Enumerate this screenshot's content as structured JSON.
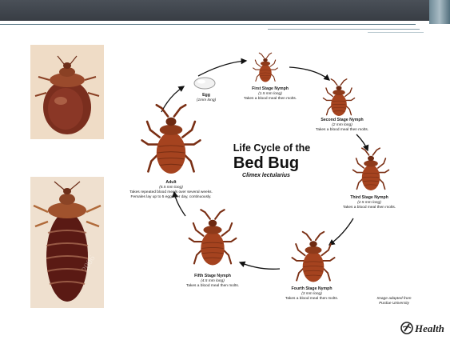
{
  "slide": {
    "diagram": {
      "title_line1": "Life Cycle of the",
      "title_line2": "Bed Bug",
      "scientific_name": "Climex lectularius",
      "credit_line1": "Image adapted from",
      "credit_line2": "Purdue University",
      "stages": [
        {
          "name": "Egg",
          "size": "(1mm long)",
          "note": ""
        },
        {
          "name": "First Stage Nymph",
          "size": "(1.5 mm long)",
          "note": "Takes a blood meal then molts."
        },
        {
          "name": "Second Stage Nymph",
          "size": "(2 mm long)",
          "note": "Takes a blood meal then molts."
        },
        {
          "name": "Third Stage Nymph",
          "size": "(2.5 mm long)",
          "note": "Takes a blood meal then molts."
        },
        {
          "name": "Fourth Stage Nymph",
          "size": "(3 mm long)",
          "note": "Takes a blood meal then molts."
        },
        {
          "name": "Fifth Stage Nymph",
          "size": "(4.5 mm long)",
          "note": "Takes a blood meal then molts."
        },
        {
          "name": "Adult",
          "size": "(5.5 mm long)",
          "note": "Takes repeated blood meals over several weeks.",
          "note2": "Females lay up to 5 eggs per day, continuously."
        }
      ]
    },
    "photo_bottom_watermark": "2006",
    "logo_text": "Health",
    "colors": {
      "header": "#3c4148",
      "accent": "#7c97a4",
      "bug": "#8e3a1a",
      "bug_dark": "#5e2410"
    }
  }
}
